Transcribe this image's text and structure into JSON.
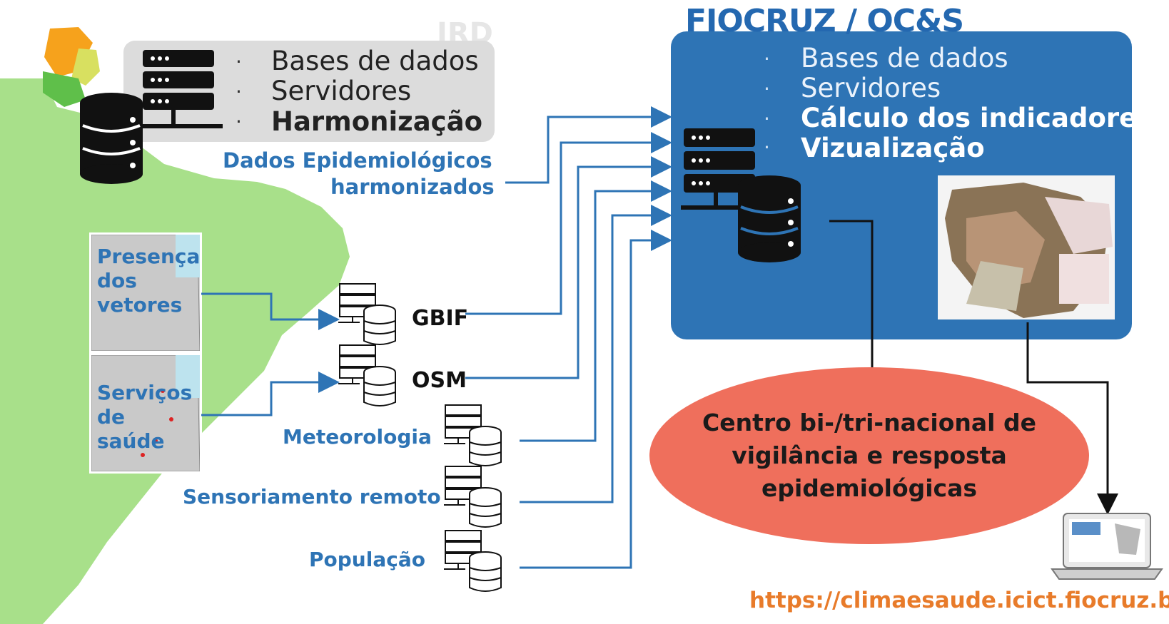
{
  "ird": {
    "title": "IRD",
    "items": [
      "Bases de dados",
      "Servidores",
      "Harmonização"
    ]
  },
  "fiocruz": {
    "title": "FIOCRUZ / OC&S",
    "items": [
      "Bases de dados",
      "Servidores",
      "Cálculo dos indicadores",
      "Vizualização"
    ]
  },
  "harmonized_label": {
    "line1": "Dados Epidemiológicos",
    "line2": "harmonizados"
  },
  "thumbnails": [
    {
      "label": "Presença\ndos\nvetores"
    },
    {
      "label": "Serviços\nde\nsaúde"
    }
  ],
  "sources": {
    "gbif": "GBIF",
    "osm": "OSM",
    "meteorologia": "Meteorologia",
    "sensoriamento": "Sensoriamento remoto",
    "populacao": "População"
  },
  "center": {
    "line1": "Centro bi-/tri-nacional de",
    "line2": "vigilância e resposta",
    "line3": "epidemiológicas"
  },
  "url": "https://climaesaude.icict.fiocruz.br",
  "colors": {
    "accent_blue": "#2e74b5",
    "map_green": "#a8e08a",
    "ellipse_red": "#ef6f5c",
    "url_orange": "#e87b2a"
  }
}
